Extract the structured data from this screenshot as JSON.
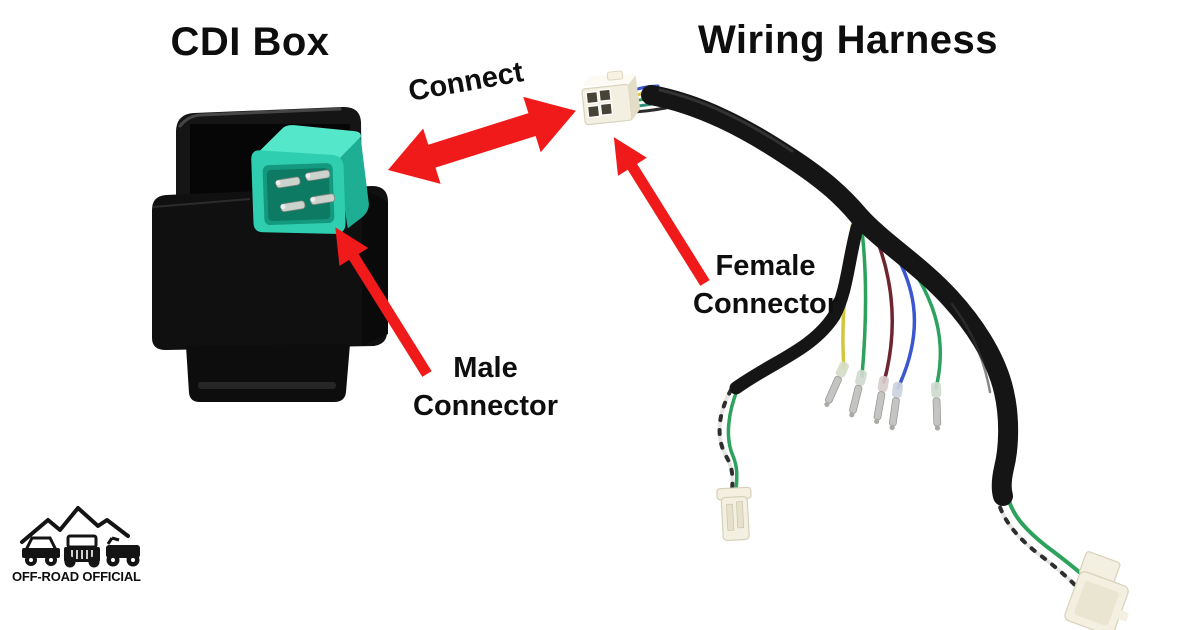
{
  "titles": {
    "cdi_box": "CDI Box",
    "wiring_harness": "Wiring Harness"
  },
  "annotations": {
    "connect": "Connect",
    "male_connector": {
      "line1": "Male",
      "line2": "Connector"
    },
    "female_connector": {
      "line1": "Female",
      "line2": "Connector"
    }
  },
  "logo": {
    "brand": "OFF-ROAD OFFICIAL"
  },
  "colors": {
    "arrow_red": "#f01a1a",
    "text_black": "#0e0e0e",
    "connector_teal": "#2fceb0",
    "connector_teal_light": "#55e7c9",
    "connector_teal_dark": "#1dae93",
    "cable_black": "#151515",
    "box_black": "#101010",
    "connector_white": "#f3f0e2",
    "wire_yellow": "#d2c63c",
    "wire_green": "#2ca25d",
    "wire_dark_red": "#6f2530",
    "wire_blue": "#3a57cf",
    "wire_white": "#e4e4e0",
    "terminal_silver": "#c4c4c2",
    "logo_black": "#141414"
  }
}
